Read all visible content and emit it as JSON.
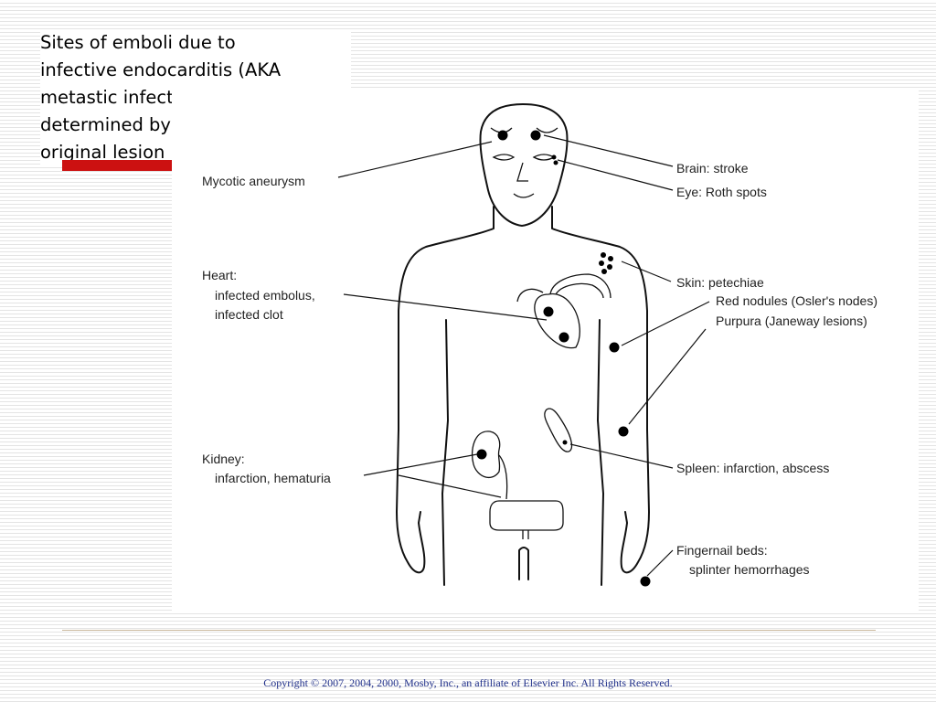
{
  "slide": {
    "title": "Sites of emboli due to\ninfective endocarditis (AKA\nmetastic infections)-site\ndetermined by location of\noriginal lesion",
    "copyright": "Copyright © 2007, 2004, 2000, Mosby, Inc., an affiliate of Elsevier Inc. All Rights Reserved."
  },
  "colors": {
    "accent": "#cc1111",
    "footer_rule": "#c9b79c",
    "copyright_text": "#1f2f8a"
  },
  "diagram": {
    "labels": {
      "mycotic": "Mycotic aneurysm",
      "heart_title": "Heart:",
      "heart_1": "infected embolus,",
      "heart_2": "infected clot",
      "kidney_title": "Kidney:",
      "kidney_1": "infarction, hematuria",
      "brain": "Brain: stroke",
      "eye": "Eye: Roth spots",
      "skin": "Skin: petechiae",
      "osler": "Red nodules (Osler's nodes)",
      "janeway": "Purpura (Janeway lesions)",
      "spleen": "Spleen: infarction, abscess",
      "nail_1": "Fingernail beds:",
      "nail_2": "splinter hemorrhages"
    }
  }
}
